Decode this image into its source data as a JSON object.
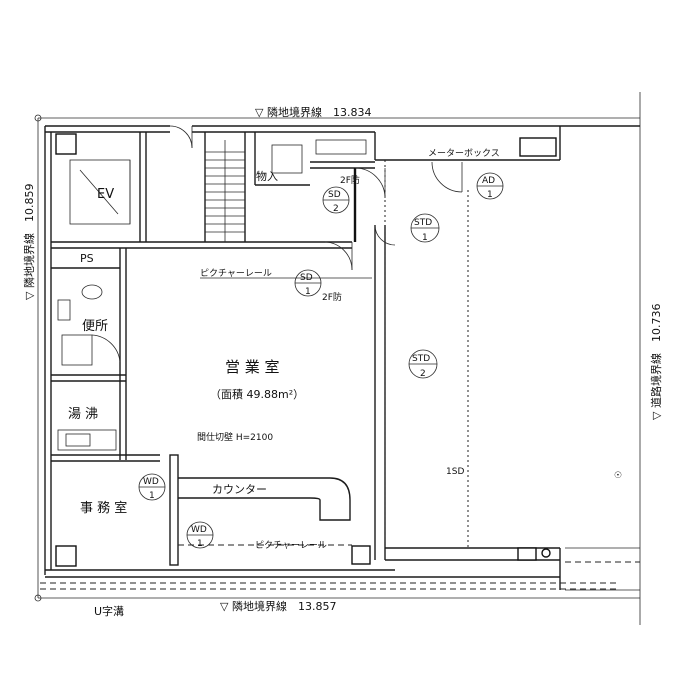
{
  "boundary": {
    "top": "▽ 隣地境界線　13.834",
    "bottom": "▽ 隣地境界線　13.857",
    "left": "▽ 隣地境界線　10.859",
    "right": "▽ 道路境界線　10.736"
  },
  "rooms": {
    "main": "営 業 室",
    "main_area": "（面積 49.88m²）",
    "office": "事 務 室",
    "toilet": "便所",
    "kitchen": "湯 沸",
    "ps": "PS",
    "ev": "EV",
    "storage": "物入"
  },
  "notes": {
    "meter_box": "メーターボックス",
    "picture_rail_top": "ピクチャーレール",
    "picture_rail_bottom": "ピクチャーレール",
    "partition": "間仕切壁 H=2100",
    "counter": "カウンター",
    "gutter": "U字溝",
    "fire_door_a": "2F防",
    "fire_door_b": "2F防",
    "mark_left": "1SD",
    "mark_right": "☉"
  },
  "door_tags": [
    {
      "code": "SD",
      "num": "2"
    },
    {
      "code": "SD",
      "num": "1"
    },
    {
      "code": "STD",
      "num": "1"
    },
    {
      "code": "STD",
      "num": "2"
    },
    {
      "code": "AD",
      "num": "1"
    },
    {
      "code": "WD",
      "num": "1"
    },
    {
      "code": "WD",
      "num": "1"
    }
  ]
}
